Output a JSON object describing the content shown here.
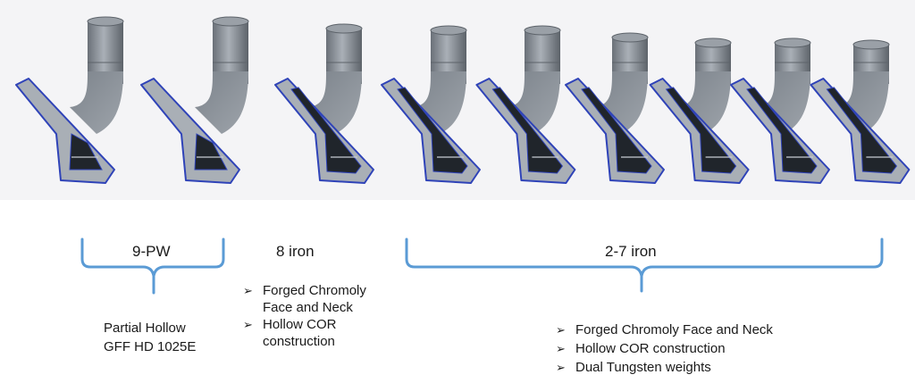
{
  "irons": [
    {
      "id": "pw",
      "type": "partial-hollow"
    },
    {
      "id": "9",
      "type": "partial-hollow"
    },
    {
      "id": "8",
      "type": "hollow"
    },
    {
      "id": "7",
      "type": "hollow"
    },
    {
      "id": "6",
      "type": "hollow"
    },
    {
      "id": "5",
      "type": "hollow"
    },
    {
      "id": "4",
      "type": "hollow"
    },
    {
      "id": "3",
      "type": "hollow"
    },
    {
      "id": "2",
      "type": "hollow"
    }
  ],
  "colors": {
    "steel": "#8c939b",
    "steel_dark": "#5d636a",
    "section_fill": "#a9afb6",
    "section_outline": "#2f43b8",
    "cavity": "#20252b",
    "bracket": "#5b9bd5",
    "background_band": "#f4f4f6"
  },
  "groups": [
    {
      "id": "9-pw",
      "label": "9-PW",
      "details": [
        "Partial Hollow",
        "GFF HD 1025E"
      ]
    },
    {
      "id": "8-iron",
      "label": "8 iron",
      "bullets": [
        "Forged Chromoly Face and Neck",
        "Hollow COR construction"
      ],
      "bullet_lines": [
        [
          "Forged Chromoly",
          "Face and Neck"
        ],
        [
          "Hollow COR",
          "construction"
        ]
      ]
    },
    {
      "id": "2-7-iron",
      "label": "2-7 iron",
      "bullets": [
        "Forged Chromoly Face and Neck",
        "Hollow COR construction",
        "Dual Tungsten weights"
      ]
    }
  ],
  "bullet_glyph": "➢"
}
